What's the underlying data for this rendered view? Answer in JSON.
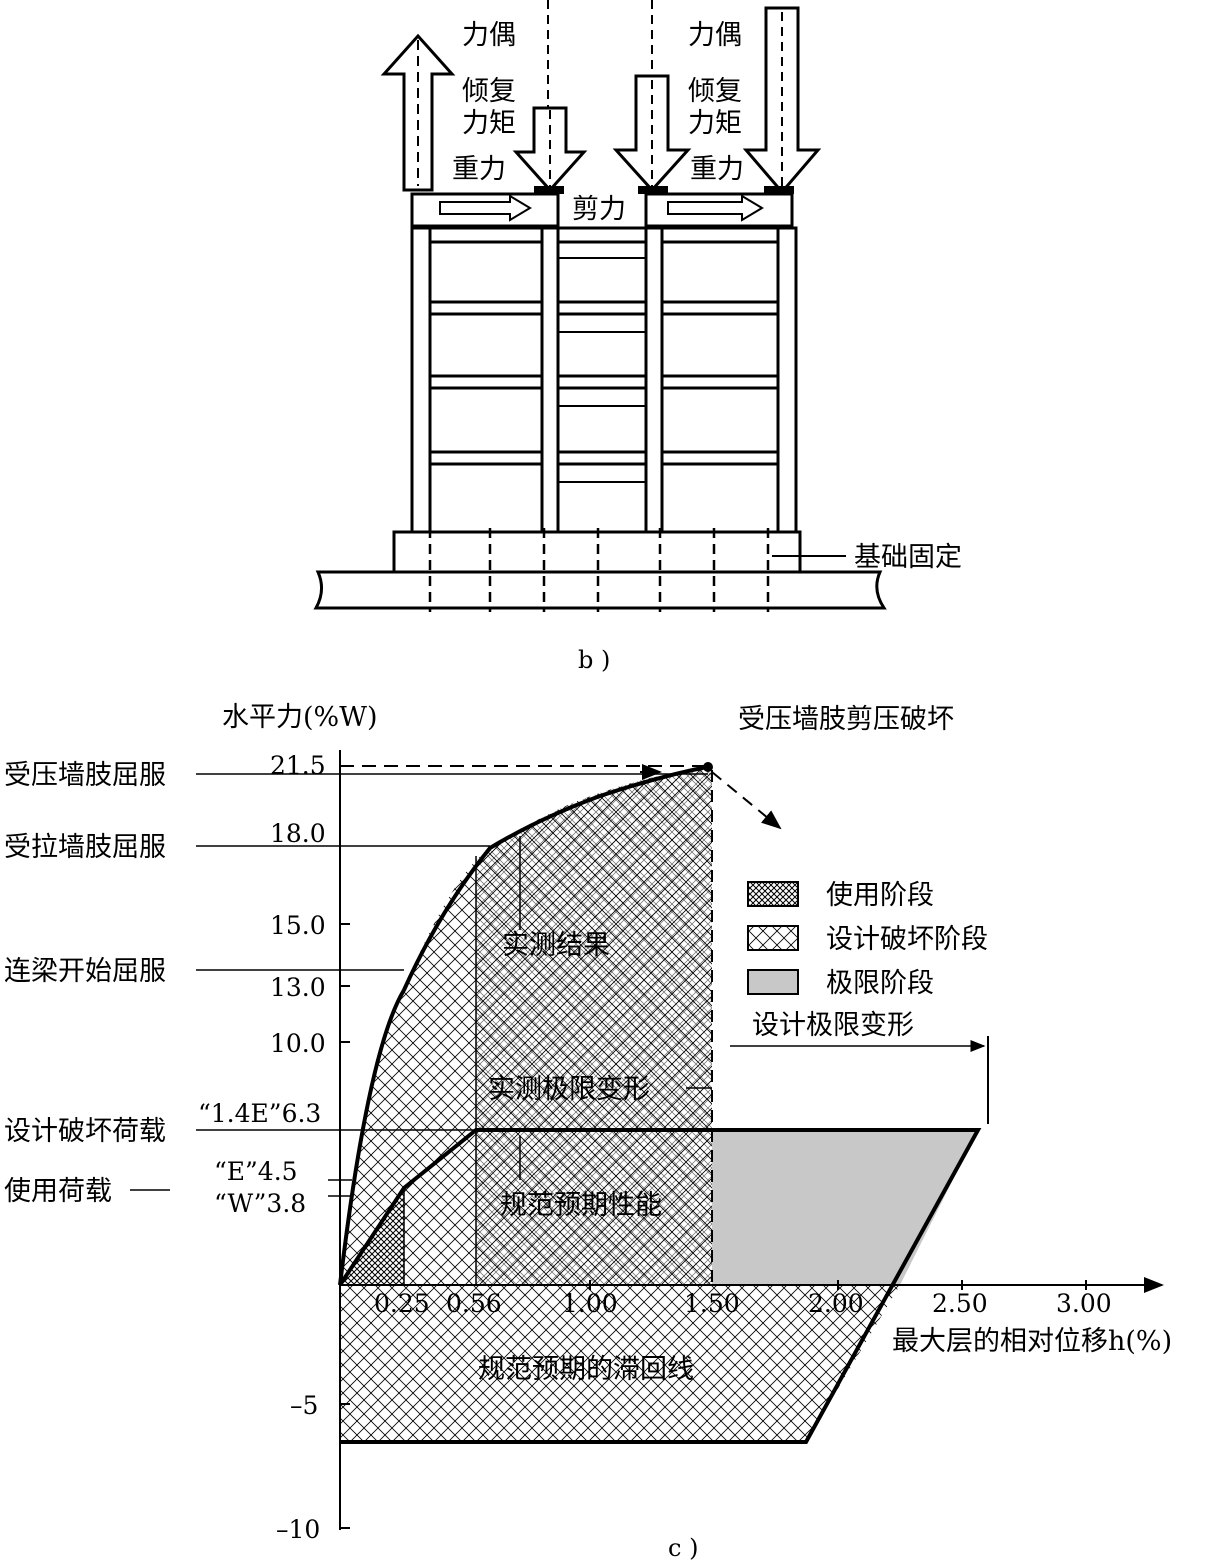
{
  "fig_b": {
    "caption": "b )",
    "left_labels": {
      "couple": "力偶",
      "overturn_1": "倾复",
      "overturn_2": "力矩",
      "gravity": "重力"
    },
    "right_labels": {
      "couple": "力偶",
      "overturn_1": "倾复",
      "overturn_2": "力矩",
      "gravity": "重力"
    },
    "shear": "剪力",
    "foundation": "基础固定"
  },
  "fig_c": {
    "caption": "c )",
    "y_axis_title": "水平力(%W)",
    "x_axis_title": "最大层的相对位移h(%)",
    "y_ticks": [
      "21.5",
      "18.0",
      "15.0",
      "13.0",
      "10.0",
      "–5",
      "–10"
    ],
    "y_tick_E": "“1.4E”6.3",
    "y_tick_E2": "“E”4.5",
    "y_tick_W": "“W”3.8",
    "x_ticks": [
      "0.25",
      "0.56",
      "1.00",
      "1.50",
      "2.00",
      "2.50",
      "3.00"
    ],
    "left_labels": {
      "compress_yield": "受压墙肢屈服",
      "tension_yield": "受拉墙肢屈服",
      "beam_yield": "连梁开始屈服",
      "design_failure_load": "设计破坏荷载",
      "service_load": "使用荷载"
    },
    "annotations": {
      "shear_failure": "受压墙肢剪压破坏",
      "measured": "实测结果",
      "design_ultimate": "设计极限变形",
      "measured_ultimate": "实测极限变形",
      "code_expected": "规范预期性能",
      "code_hysteresis": "规范预期的滞回线"
    },
    "legend": [
      "使用阶段",
      "设计破坏阶段",
      "极限阶段"
    ]
  }
}
